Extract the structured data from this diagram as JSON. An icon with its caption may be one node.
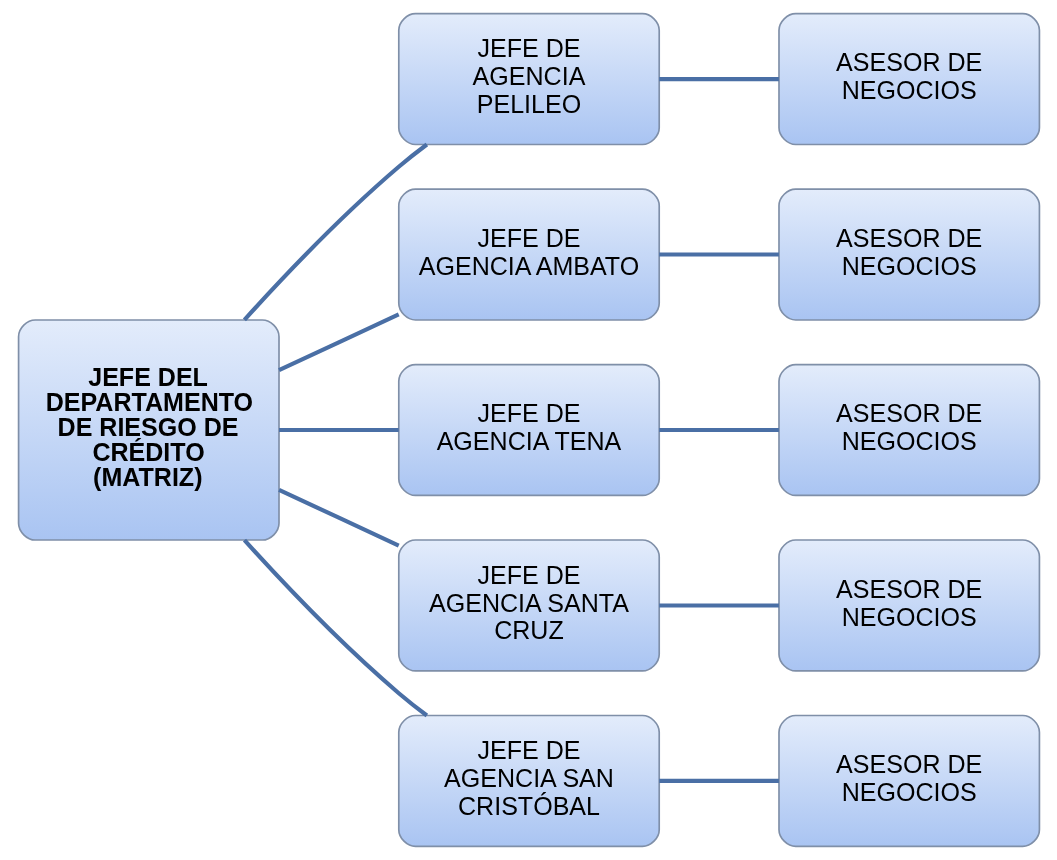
{
  "diagram": {
    "nodes": [
      {
        "text": [
          "JEFE DEL DEPARTAMENTO DE RIESGO DE CRÉDITO (MATRIZ)"
        ]
      },
      {
        "text": [
          "JEFE DE AGENCIA PELILEO"
        ]
      },
      {
        "text": [
          "ASESOR DE NEGOCIOS"
        ]
      },
      {
        "text": [
          "JEFE DE AGENCIA AMBATO"
        ]
      },
      {
        "text": [
          "ASESOR DE NEGOCIOS"
        ]
      },
      {
        "text": [
          "JEFE DE AGENCIA TENA"
        ]
      },
      {
        "text": [
          "ASESOR DE NEGOCIOS"
        ]
      },
      {
        "text": [
          "JEFE DE AGENCIA SANTA CRUZ"
        ]
      },
      {
        "text": [
          "ASESOR DE NEGOCIOS"
        ]
      },
      {
        "text": [
          "JEFE DE AGENCIA SAN CRISTÓBAL"
        ]
      },
      {
        "text": [
          "ASESOR DE NEGOCIOS"
        ]
      }
    ],
    "edges": [
      {
        "from": 0,
        "to": 1,
        "arrow": "none"
      },
      {
        "from": 0,
        "to": 3,
        "arrow": "none"
      },
      {
        "from": 0,
        "to": 5,
        "arrow": "none"
      },
      {
        "from": 0,
        "to": 7,
        "arrow": "none"
      },
      {
        "from": 0,
        "to": 9,
        "arrow": "none"
      },
      {
        "from": 1,
        "to": 2,
        "arrow": "none"
      },
      {
        "from": 3,
        "to": 4,
        "arrow": "none"
      },
      {
        "from": 5,
        "to": 6,
        "arrow": "none"
      },
      {
        "from": 7,
        "to": 8,
        "arrow": "none"
      },
      {
        "from": 9,
        "to": 10,
        "arrow": "none"
      }
    ]
  }
}
